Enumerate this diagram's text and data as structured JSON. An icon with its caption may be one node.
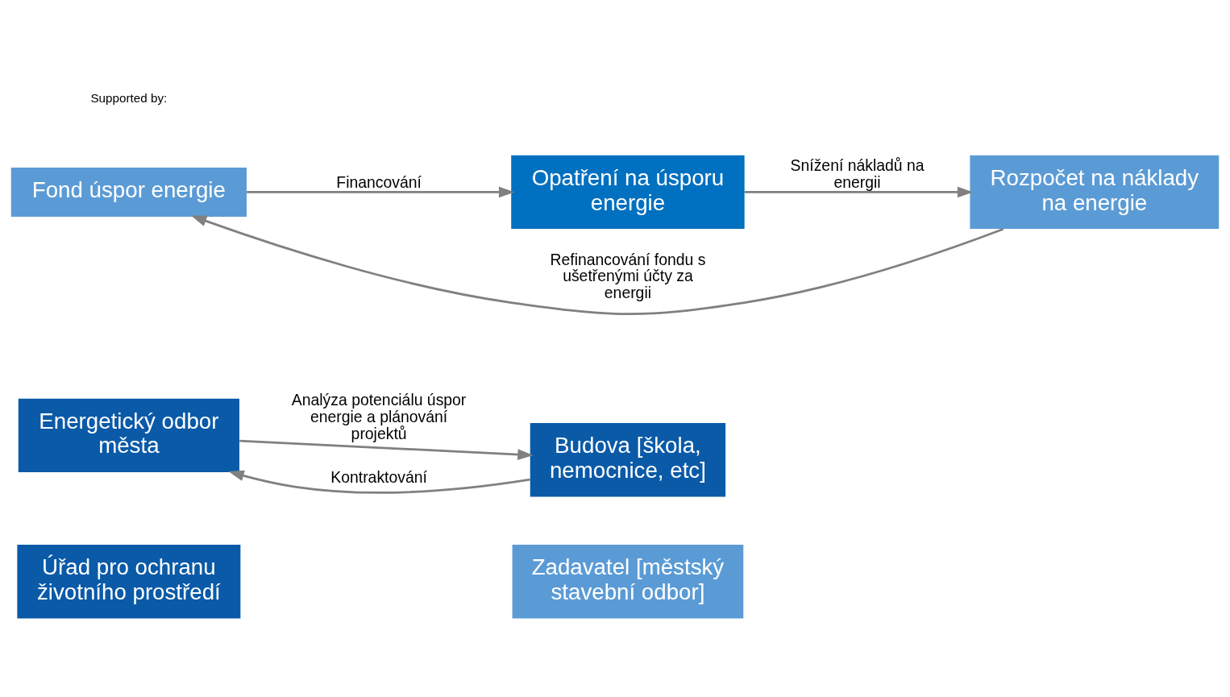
{
  "diagram": {
    "nodes": [
      {
        "text": [
          "Úřad pro ochranu životního prostředí"
        ]
      },
      {
        "text": [
          "Zadavatel [městský stavební odbor]"
        ]
      },
      {
        "text": [
          "Energetický odbor města"
        ]
      },
      {
        "text": [
          "Budova [škola, nemocnice, etc]"
        ]
      },
      {
        "text": [
          "Fond úspor energie"
        ]
      },
      {
        "text": [
          "Rozpočet na náklady na energie"
        ]
      },
      {
        "text": [
          "Opatření na úsporu energie"
        ]
      }
    ],
    "edges": [
      {
        "from": 3,
        "to": 2,
        "arrow": "to",
        "label": "Kontraktování"
      },
      {
        "from": 2,
        "to": 3,
        "arrow": "to",
        "label": "Analýza potenciálu úspor energie a plánování projektů"
      },
      {
        "from": 4,
        "to": 6,
        "arrow": "to",
        "label": "Financování"
      },
      {
        "from": 6,
        "to": 5,
        "arrow": "to",
        "label": "Snížení nákladů na energii"
      },
      {
        "from": 5,
        "to": 4,
        "arrow": "to",
        "label": "Refinancování fondu s ušetřenými účty za energii"
      }
    ],
    "labels": [
      "Supported by:"
    ]
  }
}
